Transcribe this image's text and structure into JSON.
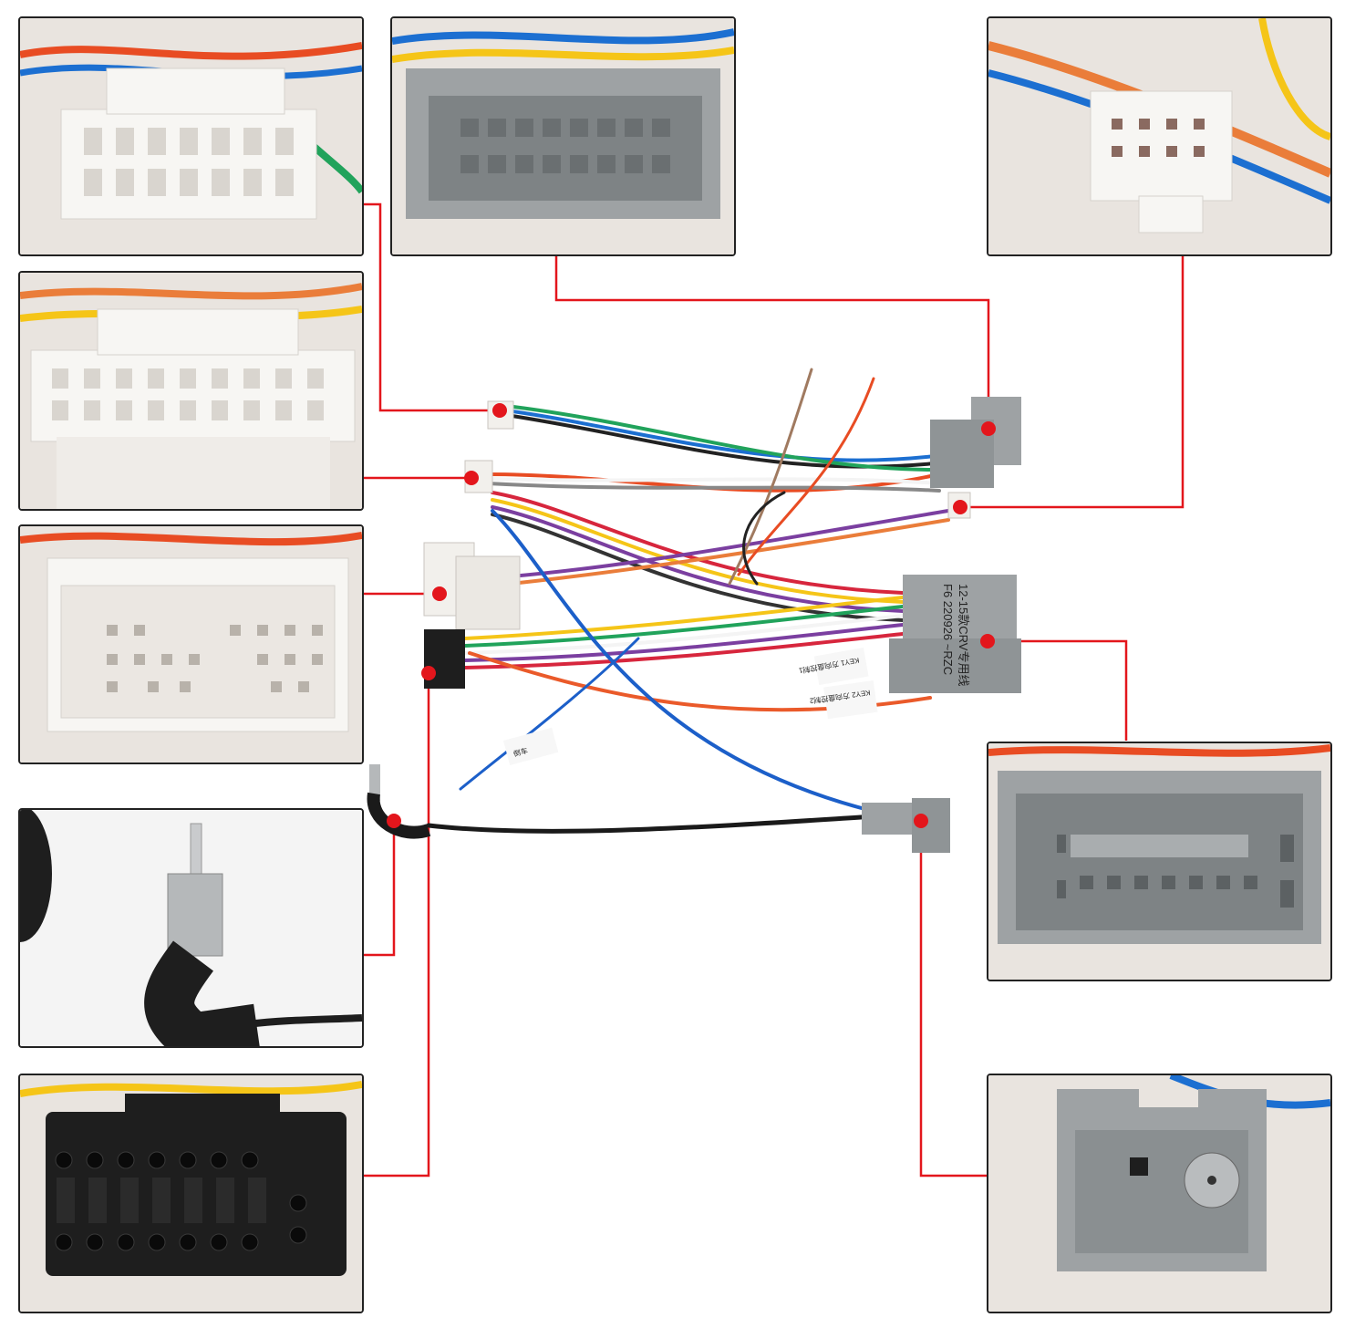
{
  "harness": {
    "labels": {
      "main_label_line1": "12-15款CRV专用线",
      "main_label_line2": "F6 220926 ~RZC",
      "key1_tag": "KEY1 方向盘控制1",
      "key2_tag": "KEY2 方向盘控制2",
      "blue_wire_tag": "倒车"
    }
  },
  "callouts": [
    {
      "id": "white-20pin-top-left"
    },
    {
      "id": "white-24pin-mid-left"
    },
    {
      "id": "white-16pin-left"
    },
    {
      "id": "antenna-plug"
    },
    {
      "id": "black-iso-16pin"
    },
    {
      "id": "grey-20pin-top"
    },
    {
      "id": "white-8pin-top-right"
    },
    {
      "id": "grey-20pin-right"
    },
    {
      "id": "grey-antenna-adapter"
    }
  ],
  "colors": {
    "leader_line": "#e3161c",
    "dot": "#e3161c",
    "panel_border": "#222222",
    "connector_grey": "#9ea2a4",
    "connector_white": "#f2f0ec",
    "connector_black": "#1e1e1e"
  }
}
